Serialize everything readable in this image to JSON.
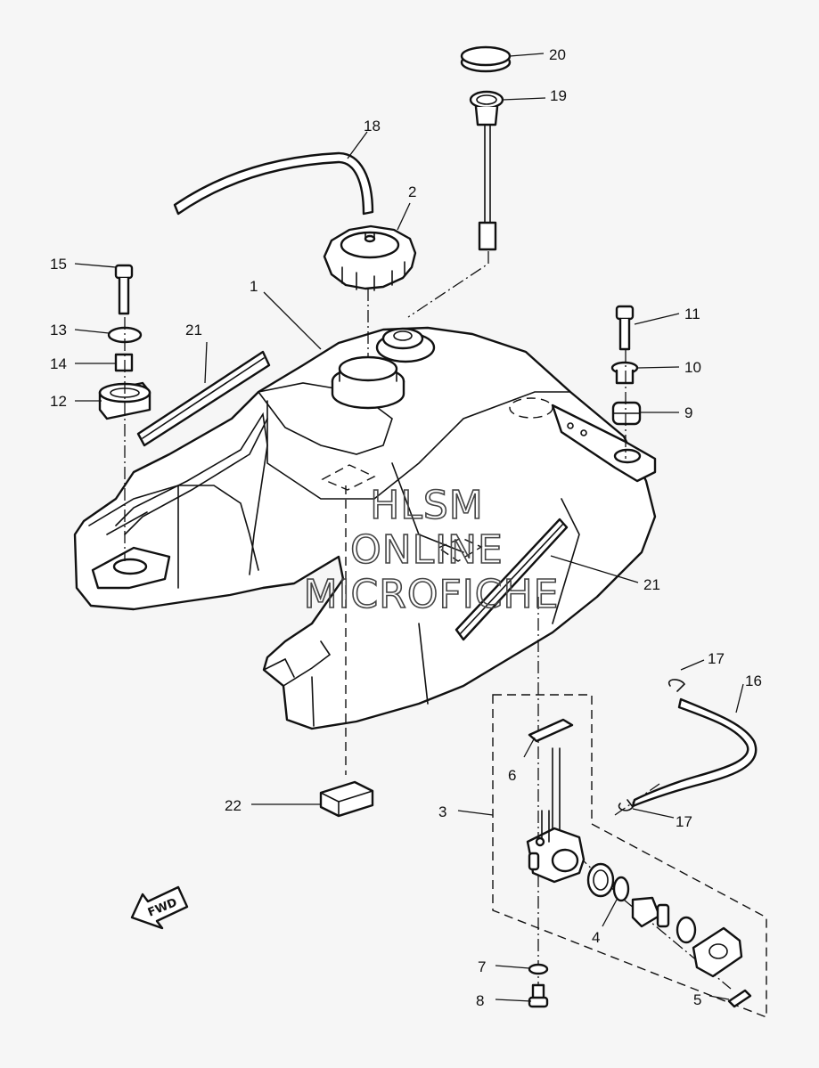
{
  "watermark": {
    "line1": "HLSM",
    "line2": "ONLINE",
    "line3": "MICROFICHE"
  },
  "fwd_label": "FWD",
  "callouts": [
    "20",
    "19",
    "18",
    "2",
    "15",
    "1",
    "13",
    "21",
    "14",
    "12",
    "11",
    "10",
    "9",
    "21",
    "17",
    "16",
    "6",
    "3",
    "22",
    "17",
    "4",
    "7",
    "5",
    "8"
  ]
}
